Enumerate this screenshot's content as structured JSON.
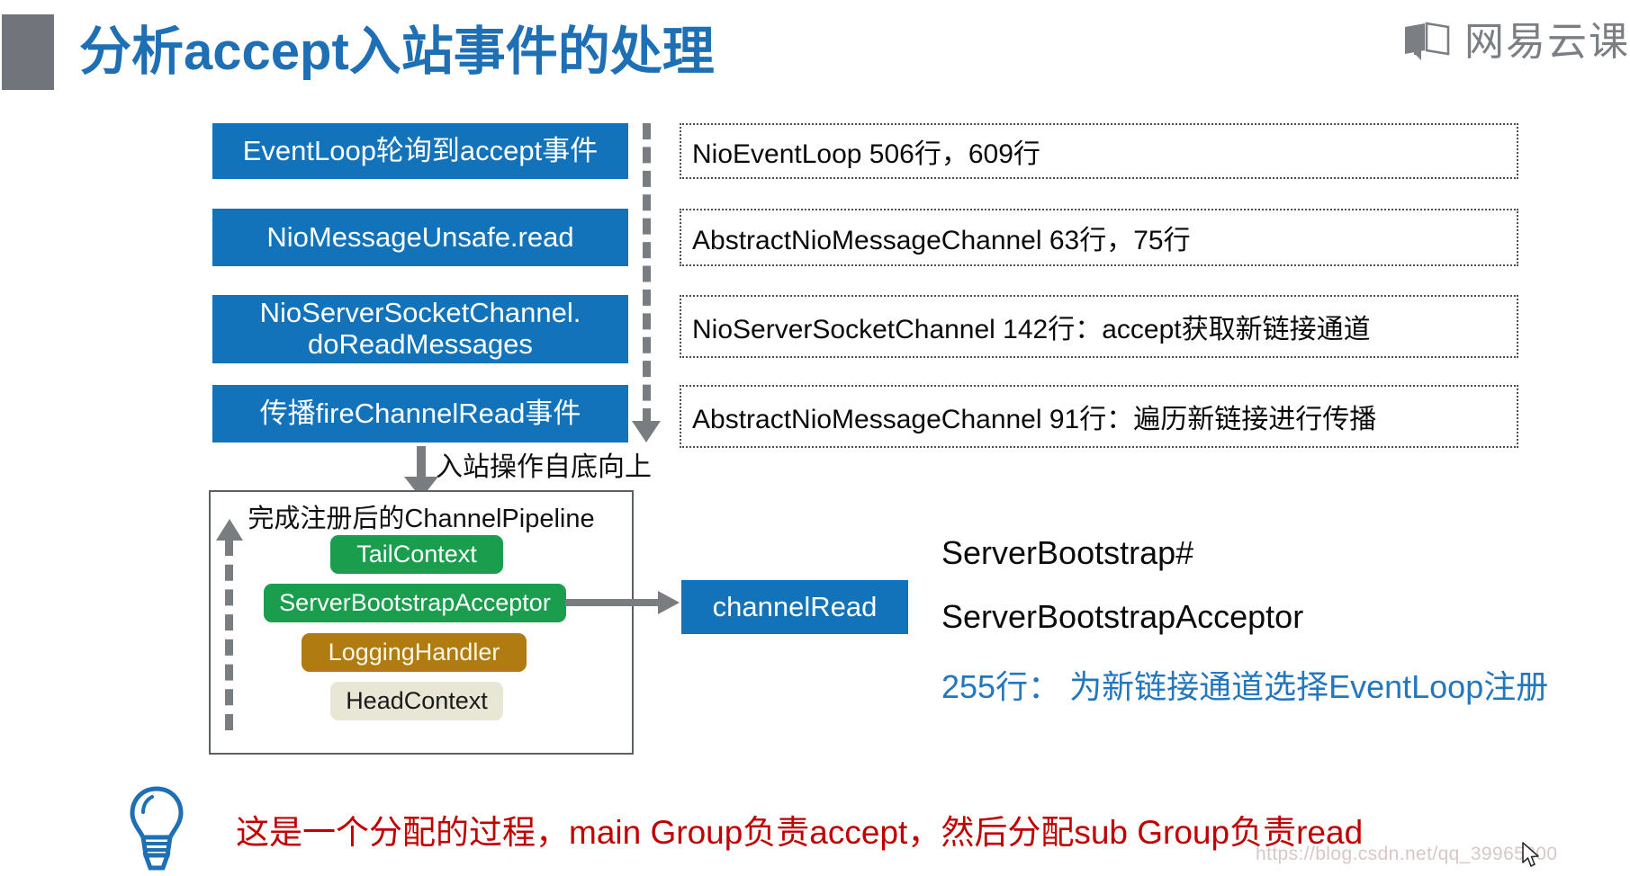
{
  "header": {
    "title": "分析accept入站事件的处理",
    "accent_color": "#1f6fb5",
    "square_color": "#71757b",
    "brand": {
      "icon": "book-logo-icon",
      "text": "网易云课"
    }
  },
  "flow": {
    "steps": [
      {
        "label": "EventLoop轮询到accept事件"
      },
      {
        "label": "NioMessageUnsafe.read"
      },
      {
        "label": "NioServerSocketChannel.\ndoReadMessages"
      },
      {
        "label": "传播fireChannelRead事件"
      }
    ],
    "notes": [
      {
        "text": "NioEventLoop 506行，609行"
      },
      {
        "text": "AbstractNioMessageChannel 63行，75行"
      },
      {
        "text": "NioServerSocketChannel 142行：accept获取新链接通道"
      },
      {
        "text": "AbstractNioMessageChannel 91行：遍历新链接进行传播"
      }
    ],
    "step_color": "#1273bb",
    "note_border_color": "#4e4e4e",
    "connector_color": "#7a7d80"
  },
  "inbound_arrow_label": "入站操作自底向上",
  "pipeline": {
    "title": "完成注册后的ChannelPipeline",
    "handlers": [
      {
        "label": "TailContext",
        "color": "#1a9e4e"
      },
      {
        "label": "ServerBootstrapAcceptor",
        "color": "#1a9e4e"
      },
      {
        "label": "LoggingHandler",
        "color": "#b07c11"
      },
      {
        "label": "HeadContext",
        "color": "#e8e6d4"
      }
    ]
  },
  "channel_read": {
    "label": "channelRead",
    "color": "#1273bb"
  },
  "annotations": [
    {
      "text": "ServerBootstrap#",
      "color": "#0b0b0b"
    },
    {
      "text": "ServerBootstrapAcceptor",
      "color": "#0b0b0b"
    },
    {
      "text": "255行： 为新链接通道选择EventLoop注册",
      "color": "#2577bd"
    }
  ],
  "tip": {
    "icon": "lightbulb-icon",
    "text": "这是一个分配的过程，main Group负责accept，然后分配sub Group负责read",
    "color": "#c00000"
  },
  "watermark": {
    "text": "https://blog.csdn.net/qq_39965800"
  },
  "cursor": {
    "icon": "mouse-pointer-icon"
  }
}
